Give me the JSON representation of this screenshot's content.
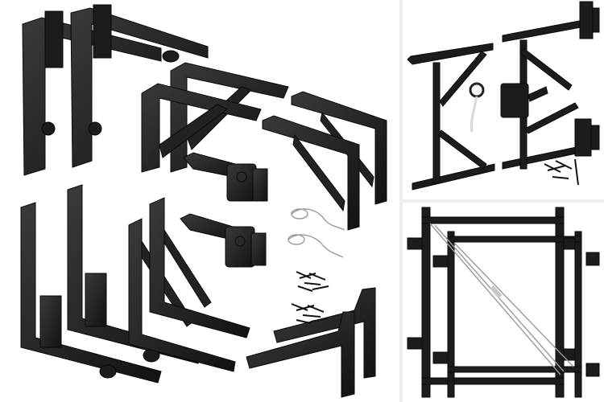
{
  "image": {
    "description_visible_text": [],
    "colors": {
      "background": "#ffffff",
      "hardware_black": "#1c1c1c",
      "hardware_highlight": "#3a3a3a",
      "cable_silver": "#9a9a9a",
      "divider": "#eeeeee"
    },
    "panels": [
      {
        "name": "hardware-kit-panel"
      },
      {
        "name": "assembled-frame-panel"
      },
      {
        "name": "gate-frame-panel"
      }
    ]
  }
}
